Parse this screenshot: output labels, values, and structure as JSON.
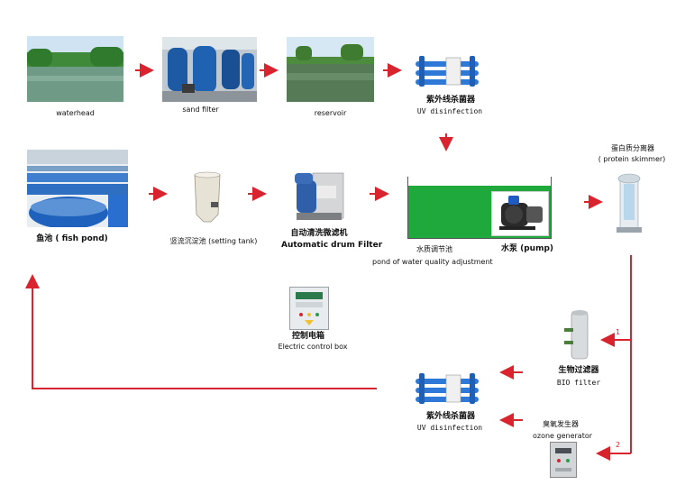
{
  "colors": {
    "arrow": "#d9232e",
    "water_green": "#1fa83c",
    "water_blue": "#2a6fcf",
    "equipment_blue": "#2e78d8"
  },
  "nodes": {
    "waterhead": {
      "label": "waterhead"
    },
    "sand_filter": {
      "label": "sand filter"
    },
    "reservoir": {
      "label": "reservoir"
    },
    "uv_top": {
      "label_cn": "紫外线杀菌器",
      "label_en": "UV disinfection"
    },
    "fish_pond": {
      "label": "鱼池 ( fish pond)"
    },
    "setting_tank": {
      "label": "竖流沉淀池  (setting tank)"
    },
    "drum_filter": {
      "label_cn": "自动清洗微滤机",
      "label_en": "Automatic drum Filter"
    },
    "adjust_pond": {
      "label_cn": "水质调节池",
      "label_en": "pond of water quality adjustment",
      "pump_label": "水泵 (pump)"
    },
    "protein_skimmer": {
      "label_cn": "蛋白质分离器",
      "label_en": "( protein skimmer)"
    },
    "control_box": {
      "label_cn": "控制电箱",
      "label_en": "Electric control box"
    },
    "bio_filter": {
      "label_cn": "生物过滤器",
      "label_en": "BIO filter"
    },
    "uv_bottom": {
      "label_cn": "紫外线杀菌器",
      "label_en": "UV disinfection"
    },
    "ozone": {
      "label_cn": "臭氧发生器",
      "label_en": "ozone generator"
    }
  },
  "branches": {
    "one": "1",
    "two": "2"
  }
}
